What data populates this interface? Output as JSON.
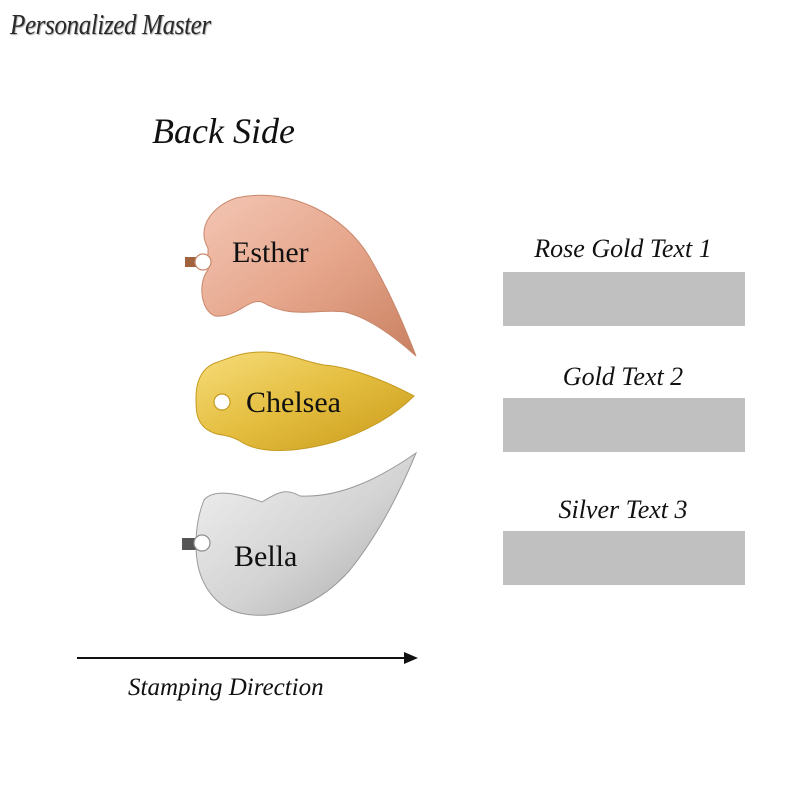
{
  "brand": {
    "text": "Personalized Master"
  },
  "heading": {
    "back_side": "Back Side"
  },
  "tags": [
    {
      "name": "Esther",
      "material": "rose-gold",
      "color": "#e8a88f"
    },
    {
      "name": "Chelsea",
      "material": "gold",
      "color": "#e2bd3c"
    },
    {
      "name": "Bella",
      "material": "silver",
      "color": "#d2d2d2"
    }
  ],
  "fields": [
    {
      "label": "Rose Gold Text 1",
      "value": ""
    },
    {
      "label": "Gold Text 2",
      "value": ""
    },
    {
      "label": "Silver Text 3",
      "value": ""
    }
  ],
  "direction": {
    "label": "Stamping Direction"
  },
  "colors": {
    "input_box": "#c0c0c0",
    "arrow": "#111111"
  }
}
